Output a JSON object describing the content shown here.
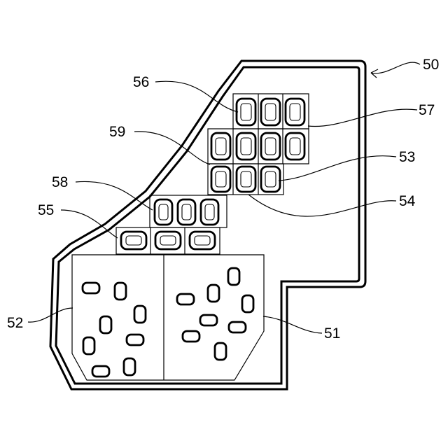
{
  "figure": {
    "labels": {
      "housing": "50",
      "connector_right": "51",
      "connector_left": "52",
      "group_53": "53",
      "group_54": "54",
      "group_55": "55",
      "group_56": "56",
      "group_57": "57",
      "group_58": "58",
      "group_59": "59"
    },
    "colors": {
      "stroke": "#000000",
      "background": "#ffffff"
    }
  }
}
